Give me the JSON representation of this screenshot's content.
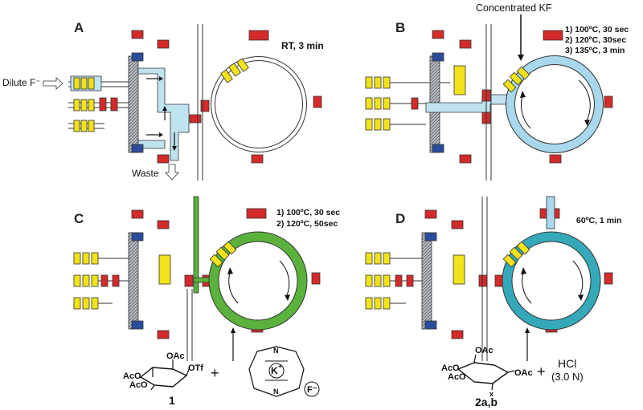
{
  "panels": [
    {
      "letter": "A",
      "conditions": [
        "RT, 3 min"
      ]
    },
    {
      "letter": "B",
      "conditions": [
        "1) 100ºC, 30 sec",
        "2) 120ºC, 30sec",
        "3) 135ºC, 3 min"
      ]
    },
    {
      "letter": "C",
      "conditions": [
        "1) 100ºC, 30 sec",
        "2) 120ºC, 50sec"
      ]
    },
    {
      "letter": "D",
      "conditions": [
        "60ºC, 1 min"
      ]
    }
  ],
  "labels": {
    "dilute": "Dilute F⁻",
    "waste": "Waste",
    "concentrated": "Concentrated KF"
  },
  "chem_c": {
    "oac_top": "OAc",
    "otf": "OTf",
    "aco_1": "AcO",
    "aco_2": "AcO",
    "plus": "+",
    "compound_number": "1",
    "k_ion": "K",
    "k_charge": "+",
    "n_top": "N",
    "n_bottom": "N",
    "f_ion": "F⁻"
  },
  "chem_d": {
    "oac_top": "OAc",
    "aco_1": "AcO",
    "aco_2": "AcO",
    "oac_right": "OAc",
    "x": "x",
    "plus": "+",
    "compound_number": "2a,b",
    "reagent": "HCl",
    "reagent_conc": "(3.0 N)"
  },
  "colors": {
    "valve_red": "#d42a2a",
    "valve_blue": "#2b4c9a",
    "reservoir_yellow": "#f2e21a",
    "column_gray": "#9aa4ab",
    "flow_light_blue": "#bfe3ef",
    "loop_blue_b": "#a9d8ec",
    "loop_green_c": "#5ab23c",
    "loop_teal_d": "#35a9b9",
    "channel_gray": "#333333"
  }
}
